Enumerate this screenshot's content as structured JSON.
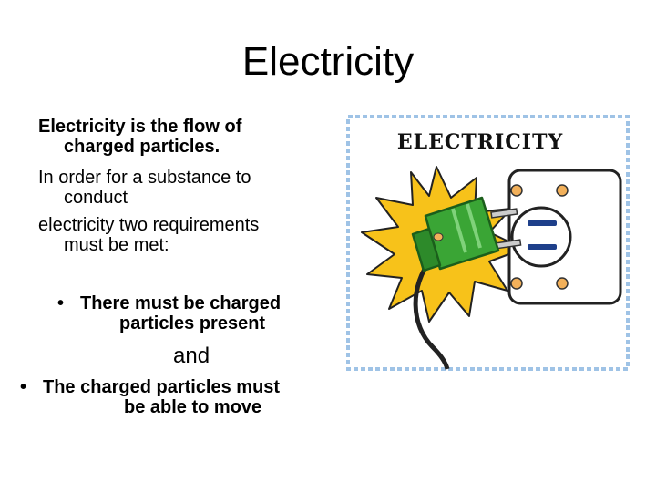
{
  "slide": {
    "title": "Electricity",
    "paragraphs": [
      {
        "line1": "Electricity is the flow of",
        "line2": "charged particles."
      },
      {
        "line1": "In order for a substance to",
        "line2": "conduct"
      },
      {
        "line1": "electricity two requirements",
        "line2": "must be met:"
      }
    ],
    "bullets": [
      {
        "line1": "There must be charged",
        "line2": "particles present"
      },
      {
        "line1": "The charged particles must",
        "line2": "be able to move"
      }
    ],
    "connector": "and",
    "bullet_glyph": "•",
    "clipart": {
      "label": "ELECTRICITY",
      "icon": "electric-plug-outlet-icon",
      "colors": {
        "burst": "#f7c21a",
        "plug": "#3aa535",
        "border": "#9fc3e6",
        "outlet_slot": "#1e3f8a"
      }
    }
  }
}
